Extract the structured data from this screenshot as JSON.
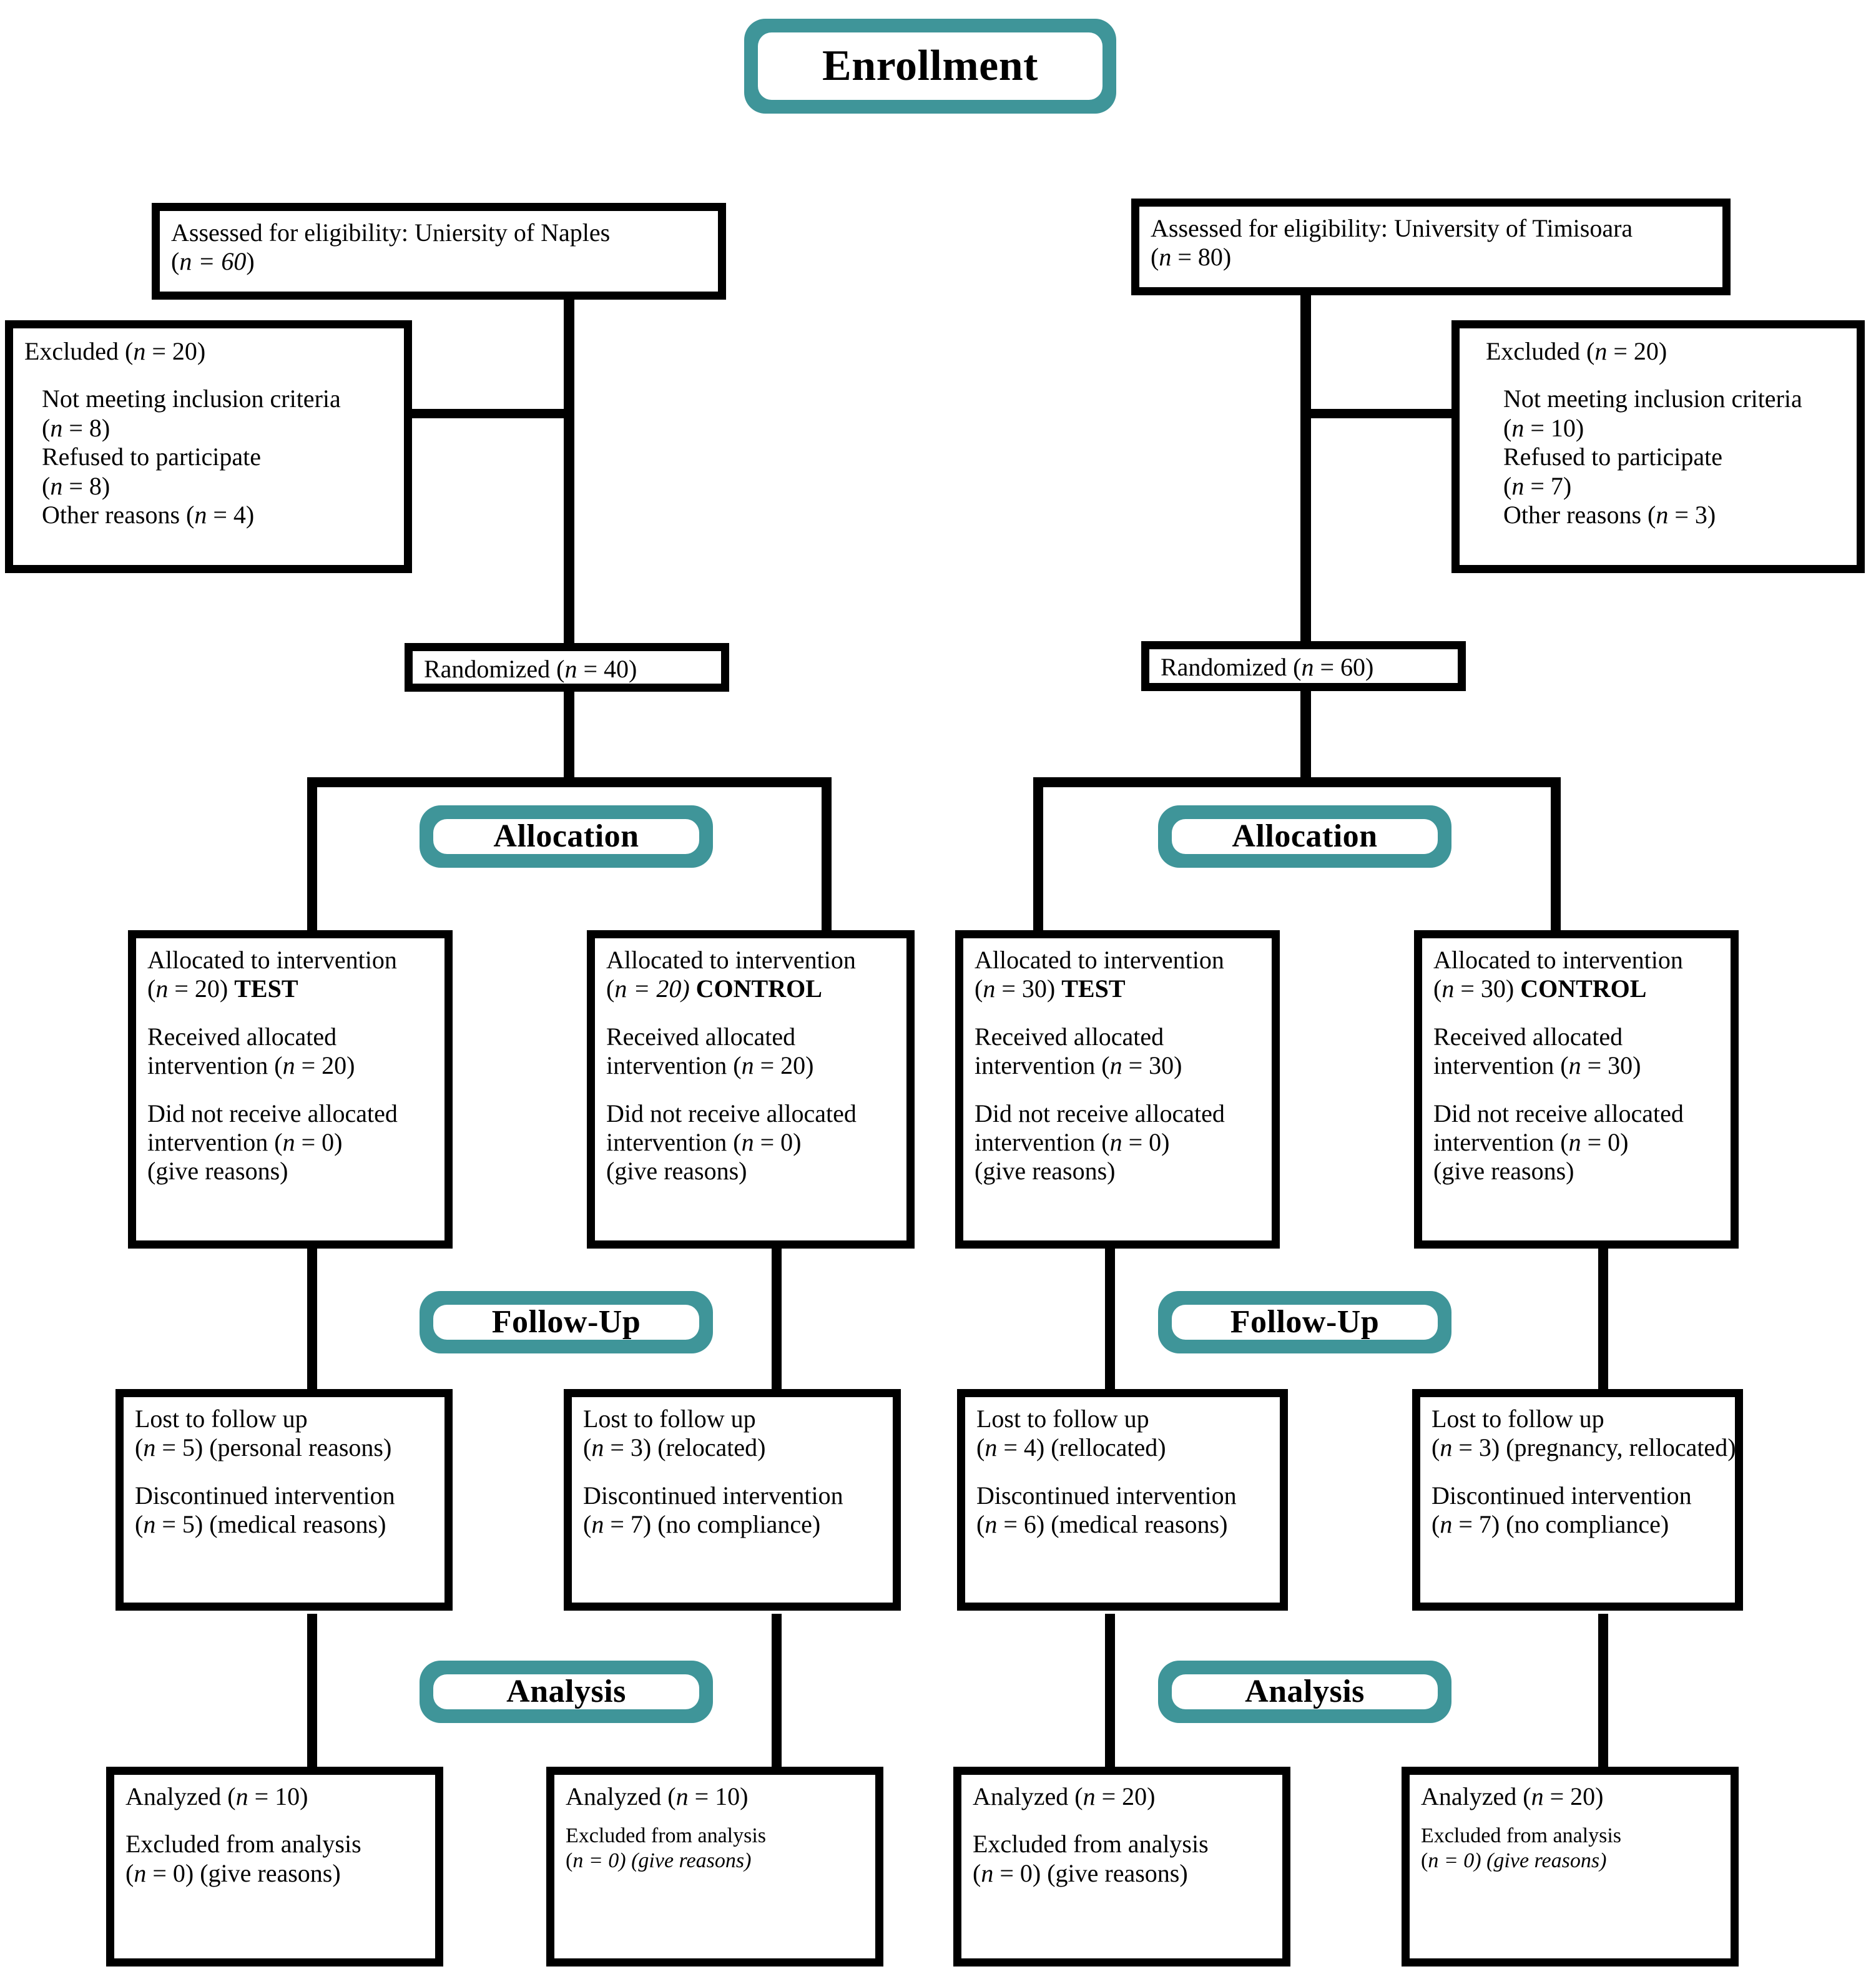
{
  "colors": {
    "accent_teal": "#3f9599",
    "box_border": "#000000",
    "background": "#ffffff"
  },
  "stages": {
    "enrollment": "Enrollment",
    "allocation_left": "Allocation",
    "allocation_right": "Allocation",
    "followup_left": "Follow-Up",
    "followup_right": "Follow-Up",
    "analysis_left": "Analysis",
    "analysis_right": "Analysis"
  },
  "naples": {
    "assessed": {
      "line1": "Assessed for eligibility: Uniersity of Naples",
      "n_label": "n",
      "n_value": " = 60"
    },
    "excluded": {
      "title_pre": "Excluded (",
      "title_n": "n",
      "title_post": " = 20)",
      "reason1": "Not meeting inclusion criteria",
      "reason1_n": "n",
      "reason1_val": " = 8)",
      "reason2": "Refused to participate",
      "reason2_n": "n",
      "reason2_val": " = 8)",
      "reason3_pre": "Other reasons (",
      "reason3_n": "n",
      "reason3_val": " = 4)"
    },
    "randomized": {
      "pre": "Randomized (",
      "n": "n",
      "val": " = 40)"
    },
    "alloc_test": {
      "l1": "Allocated to intervention",
      "l2_n": "n",
      "l2_val": " = 20)",
      "l2_arm": "TEST",
      "r1": "Received allocated",
      "r2": "intervention (",
      "r2_n": "n",
      "r2_val": " = 20)",
      "d1": "Did not receive allocated",
      "d2": "intervention (",
      "d2_n": "n",
      "d2_val": " = 0)",
      "d3": "(give reasons)"
    },
    "alloc_control": {
      "l1": "Allocated to intervention",
      "l2_n": "n",
      "l2_val": " = 20)",
      "l2_arm": "CONTROL",
      "r1": "Received allocated",
      "r2": "intervention (",
      "r2_n": "n",
      "r2_val": " = 20)",
      "d1": "Did not receive allocated",
      "d2": "intervention (",
      "d2_n": "n",
      "d2_val": " = 0)",
      "d3": "(give reasons)"
    },
    "fu_test": {
      "l1": "Lost to follow up",
      "l2_n": "n",
      "l2_val": " = 5) (personal reasons)",
      "d1": "Discontinued intervention",
      "d2_n": "n",
      "d2_val": " = 5) (medical reasons)"
    },
    "fu_control": {
      "l1": "Lost to follow up",
      "l2_n": "n",
      "l2_val": " = 3) (relocated)",
      "d1": "Discontinued intervention",
      "d2_n": "n",
      "d2_val": " = 7) (no compliance)"
    },
    "an_test": {
      "a_pre": "Analyzed (",
      "a_n": "n",
      "a_val": " = 10)",
      "e1": "Excluded from analysis",
      "e2_n": "n",
      "e2_val": " = 0) (give reasons)"
    },
    "an_control": {
      "a_pre": "Analyzed (",
      "a_n": "n",
      "a_val": " = 10)",
      "e1": "Excluded from analysis",
      "e2_n": "n",
      "e2_val": " = 0) (give reasons)"
    }
  },
  "timisoara": {
    "assessed": {
      "line1": "Assessed for eligibility: University of Timisoara",
      "n_label": "n",
      "n_value": " = 80"
    },
    "excluded": {
      "title_pre": "Excluded (",
      "title_n": "n",
      "title_post": " = 20)",
      "reason1": "Not meeting inclusion criteria",
      "reason1_n": "n",
      "reason1_val": " = 10)",
      "reason2": "Refused to participate",
      "reason2_n": "n",
      "reason2_val": " = 7)",
      "reason3_pre": "Other reasons (",
      "reason3_n": "n",
      "reason3_val": " = 3)"
    },
    "randomized": {
      "pre": "Randomized (",
      "n": "n",
      "val": " = 60)"
    },
    "alloc_test": {
      "l1": "Allocated to intervention",
      "l2_n": "n",
      "l2_val": " = 30)",
      "l2_arm": "TEST",
      "r1": "Received allocated",
      "r2": "intervention (",
      "r2_n": "n",
      "r2_val": " = 30)",
      "d1": "Did not receive allocated",
      "d2": "intervention (",
      "d2_n": "n",
      "d2_val": " = 0)",
      "d3": "(give reasons)"
    },
    "alloc_control": {
      "l1": "Allocated to intervention",
      "l2_n": "n",
      "l2_val": " = 30)",
      "l2_arm": "CONTROL",
      "r1": "Received allocated",
      "r2": "intervention (",
      "r2_n": "n",
      "r2_val": " = 30)",
      "d1": "Did not receive allocated",
      "d2": "intervention (",
      "d2_n": "n",
      "d2_val": " = 0)",
      "d3": "(give reasons)"
    },
    "fu_test": {
      "l1": "Lost to follow up",
      "l2_n": "n",
      "l2_val": " = 4) (rellocated)",
      "d1": "Discontinued intervention",
      "d2_n": "n",
      "d2_val": " = 6) (medical reasons)"
    },
    "fu_control": {
      "l1": "Lost to follow up",
      "l2_n": "n",
      "l2_val": " = 3) (pregnancy, rellocated)",
      "d1": "Discontinued intervention",
      "d2_n": "n",
      "d2_val": " = 7) (no compliance)"
    },
    "an_test": {
      "a_pre": "Analyzed (",
      "a_n": "n",
      "a_val": " = 20)",
      "e1": "Excluded from analysis",
      "e2_n": "n",
      "e2_val": " = 0) (give reasons)"
    },
    "an_control": {
      "a_pre": "Analyzed (",
      "a_n": "n",
      "a_val": " = 20)",
      "e1": "Excluded from analysis",
      "e2_n": "n",
      "e2_val": " = 0) (give reasons)"
    }
  }
}
